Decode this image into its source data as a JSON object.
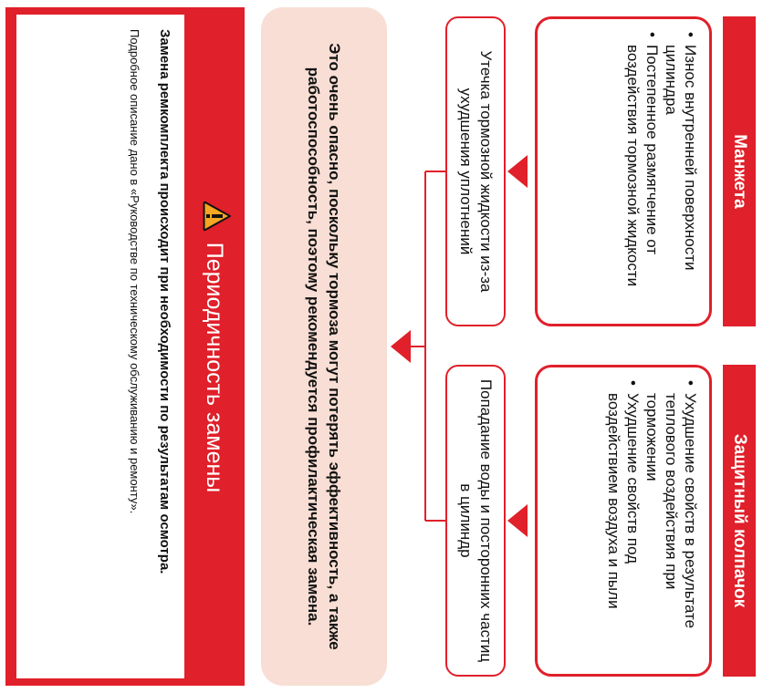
{
  "colors": {
    "accent": "#e0202a",
    "danger_bg": "#f8ded4",
    "warning_icon": "#f5a623"
  },
  "columns": {
    "cuff": {
      "header": "Манжета",
      "items": [
        "Износ внутренней поверхности цилиндра",
        "Постепенное размягчение от воздействия тормозной жидкости"
      ],
      "cause": "Утечка тормозной жидкости из-за ухудшения уплотнений"
    },
    "boot": {
      "header": "Защитный колпачок",
      "items": [
        "Ухудшение свойств в результате теплового воздействия при торможении",
        "Ухудшение свойств под воздействием воздуха и пыли"
      ],
      "cause": "Попадание воды и посторонних частиц в цилиндр"
    }
  },
  "danger": {
    "text": "Это очень опасно, поскольку тормоза могут потерять эффективность, а также работоспособность, поэтому рекомендуется профилактическая замена."
  },
  "periodicity": {
    "icon": "warning-icon",
    "title": "Периодичность замены",
    "main": "Замена ремкомплекта происходит при необходимости по результатам осмотра.",
    "note": "Подробное описание дано в «Руководстве по техническому обслуживанию и ремонту»."
  }
}
